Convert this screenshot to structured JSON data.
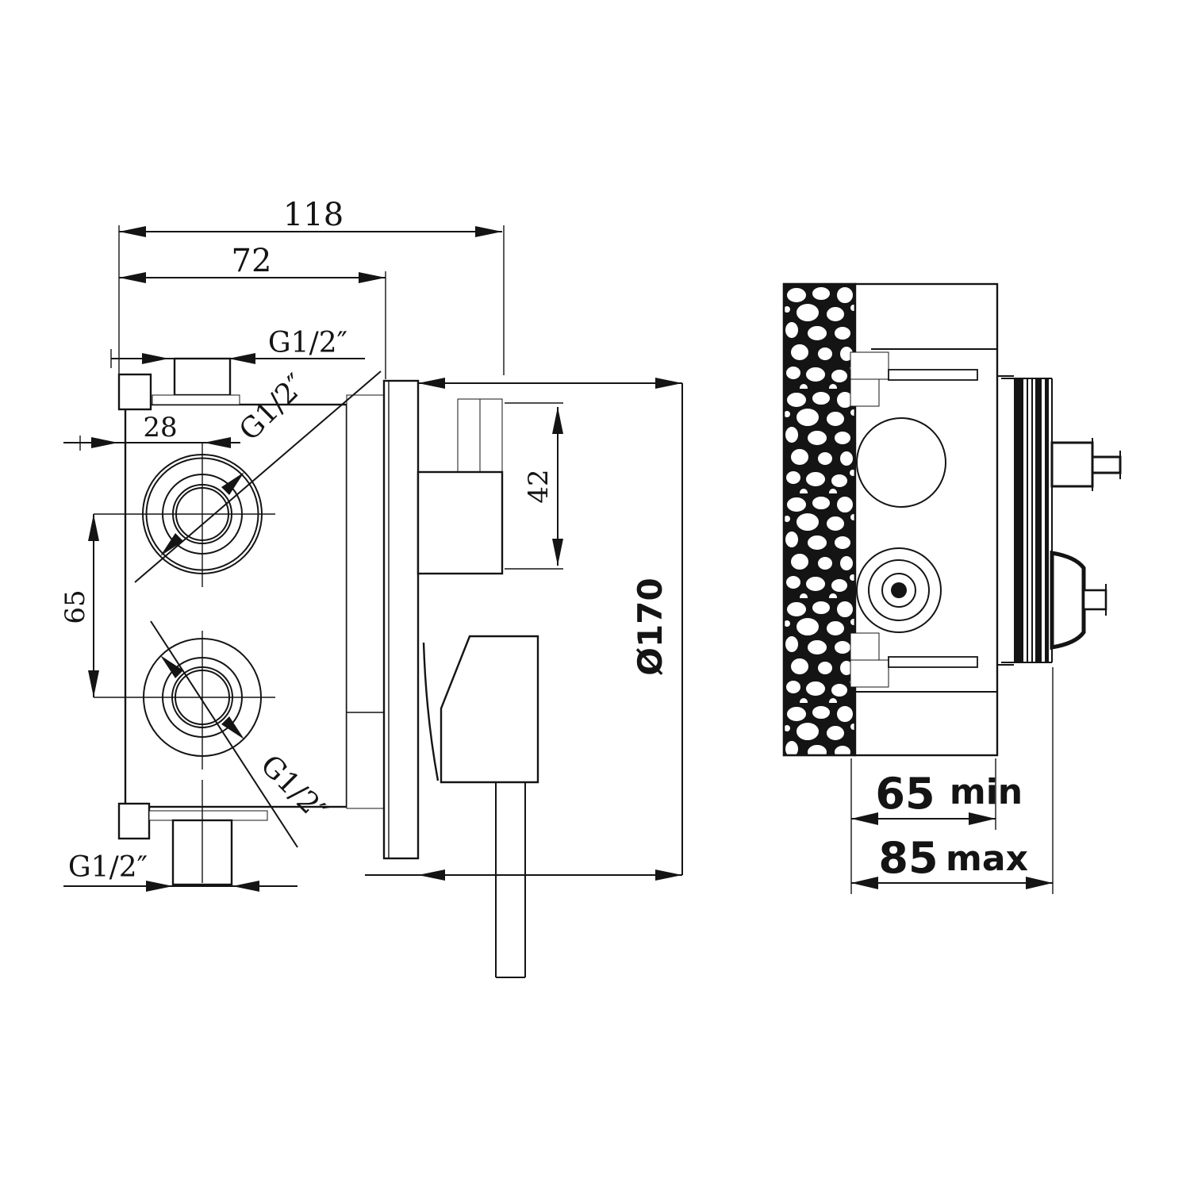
{
  "page": {
    "background": "#ffffff",
    "line_color": "#141414"
  },
  "front_view": {
    "dim_total_width": "118",
    "dim_body_width": "72",
    "dim_port_offset": "28",
    "dim_port_spacing": "65",
    "thread_top": "G1/2″",
    "thread_upper_port": "G1/2″",
    "thread_lower_port": "G1/2″",
    "thread_bottom": "G1/2″"
  },
  "side_view": {
    "dim_cartridge_depth": "42",
    "dim_plate_diameter": "Ø170"
  },
  "wall_section": {
    "dim_depth_min_value": "65",
    "dim_depth_min_unit": "min",
    "dim_depth_max_value": "85",
    "dim_depth_max_unit": "max"
  }
}
